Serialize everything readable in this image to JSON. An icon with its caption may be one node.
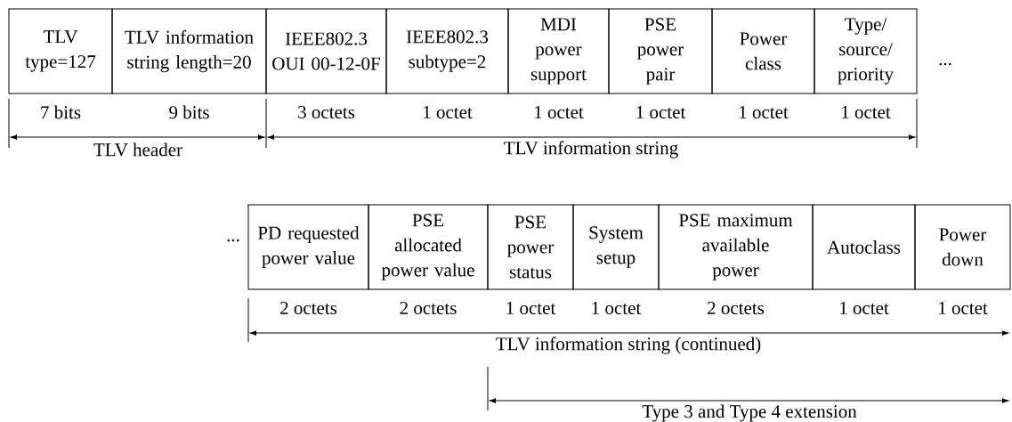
{
  "diagram": {
    "nodes": [
      {
        "text": [
          "TLV type=127"
        ],
        "beside": [
          "7 bits"
        ]
      },
      {
        "text": [
          "TLV information string length=20"
        ],
        "beside": [
          "9 bits"
        ]
      },
      {
        "text": [
          "IEEE802.3 OUI 00-12-0F"
        ],
        "beside": [
          "3 octets"
        ]
      },
      {
        "text": [
          "IEEE802.3 subtype=2"
        ],
        "beside": [
          "1 octet"
        ]
      },
      {
        "text": [
          "MDI power support"
        ],
        "beside": [
          "1 octet"
        ]
      },
      {
        "text": [
          "PSE power pair"
        ],
        "beside": [
          "1 octet"
        ]
      },
      {
        "text": [
          "Power class"
        ],
        "beside": [
          "1 octet"
        ]
      },
      {
        "text": [
          "Type/ source/ priority"
        ],
        "beside": [
          "1 octet"
        ]
      },
      {
        "text": [
          "PD requested power value"
        ],
        "beside": [
          "2 octets"
        ]
      },
      {
        "text": [
          "PSE allocated power value"
        ],
        "beside": [
          "2 octets"
        ]
      },
      {
        "text": [
          "PSE power status"
        ],
        "beside": [
          "1 octet"
        ]
      },
      {
        "text": [
          "System setup"
        ],
        "beside": [
          "1 octet"
        ]
      },
      {
        "text": [
          "PSE maximum available power"
        ],
        "beside": [
          "2 octets"
        ]
      },
      {
        "text": [
          "Autoclass"
        ],
        "beside": [
          "1 octet"
        ]
      },
      {
        "text": [
          "Power down"
        ],
        "beside": [
          "1 octet"
        ]
      }
    ],
    "labels": [
      "...",
      "TLV header",
      "TLV information string",
      "...",
      "TLV information string (continued)",
      "Type 3 and Type 4 extension"
    ]
  }
}
